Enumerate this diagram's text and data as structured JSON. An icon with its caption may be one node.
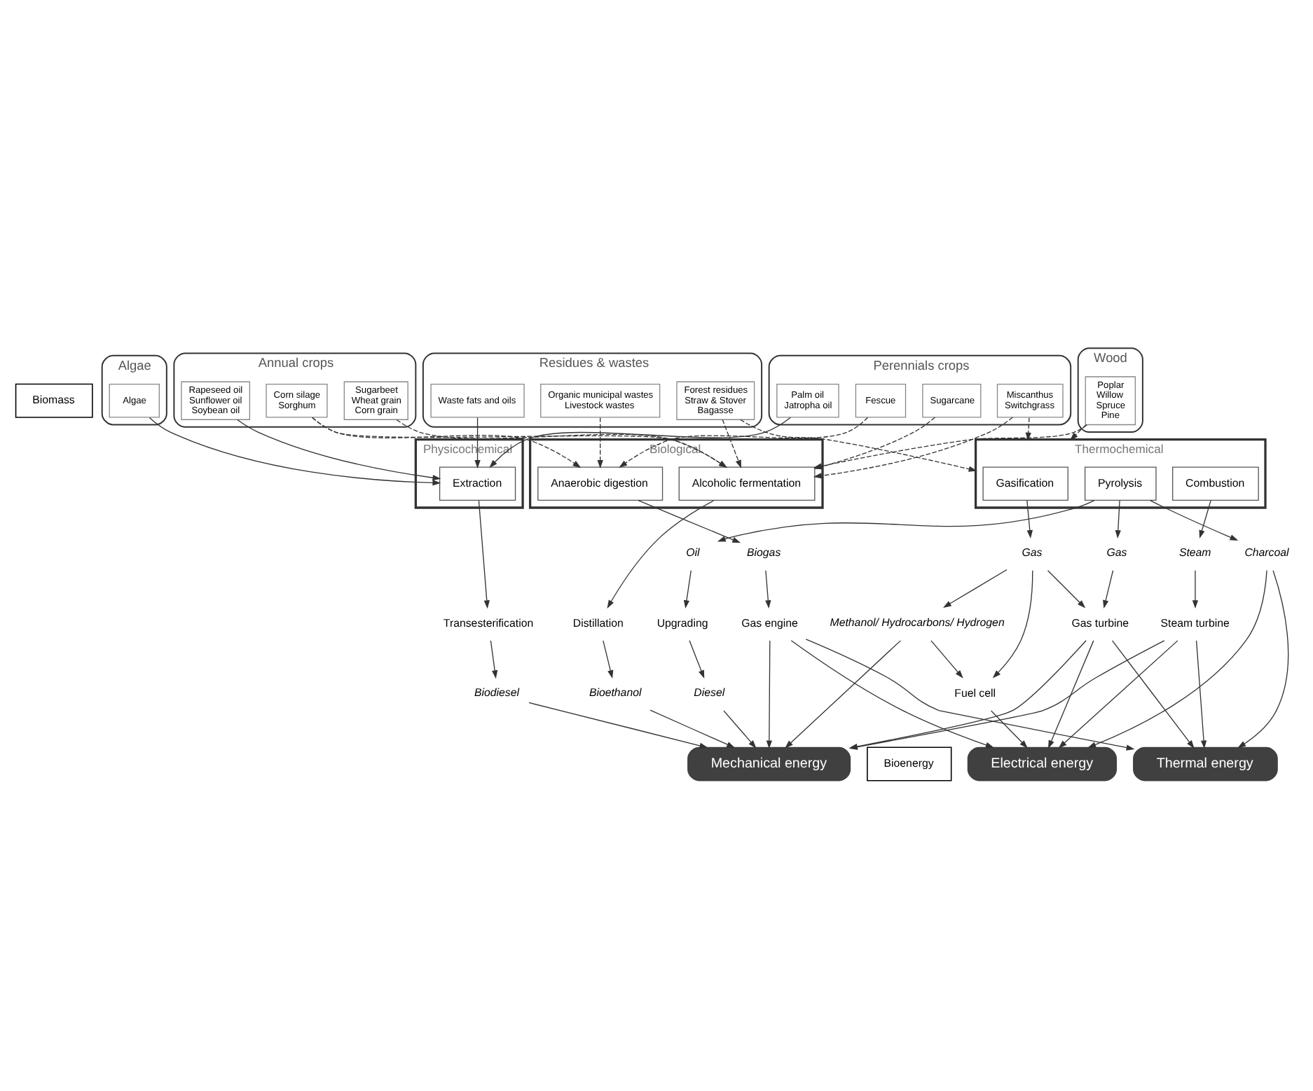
{
  "diagram": {
    "nodes": [
      {
        "text": [
          "Biomass"
        ]
      },
      {
        "text": [
          "Annual crops"
        ]
      },
      {
        "text": [
          "Sugarbeet",
          "Wheat grain",
          "Corn grain"
        ],
        "in": 1
      },
      {
        "text": [
          "Corn silage",
          "Sorghum"
        ],
        "in": 1
      },
      {
        "text": [
          "Rapeseed oil",
          "Sunflower oil",
          "Soybean oil"
        ],
        "in": 1
      },
      {
        "text": [
          "Perennials crops"
        ]
      },
      {
        "text": [
          "Miscanthus",
          "Switchgrass"
        ],
        "in": 5
      },
      {
        "text": [
          "Fescue"
        ],
        "in": 5
      },
      {
        "text": [
          "Sugarcane"
        ],
        "in": 5
      },
      {
        "text": [
          "Palm oil",
          "Jatropha oil"
        ],
        "in": 5
      },
      {
        "text": [
          "Algae"
        ]
      },
      {
        "text": [
          "Algae"
        ],
        "in": 10
      },
      {
        "text": [
          "Wood"
        ]
      },
      {
        "text": [
          "Poplar",
          "Willow",
          "Spruce",
          "Pine"
        ],
        "in": 12
      },
      {
        "text": [
          "Residues & wastes"
        ]
      },
      {
        "text": [
          "Forest residues",
          "Straw & Stover",
          "Bagasse"
        ],
        "in": 14
      },
      {
        "text": [
          "Organic municipal wastes",
          "Livestock wastes"
        ],
        "in": 14
      },
      {
        "text": [
          "Waste fats and oils"
        ],
        "in": 14
      },
      {
        "text": [
          "Physicochemical"
        ]
      },
      {
        "text": [
          "Extraction"
        ],
        "in": 18
      },
      {
        "text": [
          "Biological"
        ]
      },
      {
        "text": [
          "Alcoholic fermentation"
        ],
        "in": 20
      },
      {
        "text": [
          "Anaerobic digestion"
        ],
        "in": 20
      },
      {
        "text": [
          "Thermochemical"
        ]
      },
      {
        "text": [
          "Combustion"
        ],
        "in": 23
      },
      {
        "text": [
          "Gasification"
        ],
        "in": 23
      },
      {
        "text": [
          "Pyrolysis"
        ],
        "in": 23
      },
      {
        "text": [
          "Biogas"
        ]
      },
      {
        "text": [
          "Steam"
        ]
      },
      {
        "text": [
          "Gas"
        ]
      },
      {
        "text": [
          "Gas"
        ]
      },
      {
        "text": [
          "Oil"
        ]
      },
      {
        "text": [
          "Charcoal"
        ]
      },
      {
        "text": [
          "Transesterification"
        ]
      },
      {
        "text": [
          "Distillation"
        ]
      },
      {
        "text": [
          "Gas engine"
        ]
      },
      {
        "text": [
          "Steam turbine"
        ]
      },
      {
        "text": [
          "Gas turbine"
        ]
      },
      {
        "text": [
          "Methanol/ Hydrocarbons/ Hydrogen"
        ]
      },
      {
        "text": [
          "Upgrading"
        ]
      },
      {
        "text": [
          "Biodiesel"
        ]
      },
      {
        "text": [
          "Bioethanol"
        ]
      },
      {
        "text": [
          "Fuel cell"
        ]
      },
      {
        "text": [
          "Diesel"
        ]
      },
      {
        "text": [
          "Bioenergy"
        ]
      },
      {
        "text": [
          "Mechanical energy"
        ]
      },
      {
        "text": [
          "Electrical energy"
        ]
      },
      {
        "text": [
          "Thermal energy"
        ]
      }
    ],
    "edges": [
      {
        "from": 2,
        "to": 21,
        "arrow": "to",
        "style": "dashed"
      },
      {
        "from": 3,
        "to": 21,
        "arrow": "to",
        "style": "dashed"
      },
      {
        "from": 3,
        "to": 22,
        "arrow": "to",
        "style": "dashed"
      },
      {
        "from": 4,
        "to": 19,
        "arrow": "to"
      },
      {
        "from": 6,
        "to": 21,
        "arrow": "to",
        "style": "dashed"
      },
      {
        "from": 6,
        "to": 23,
        "arrow": "to",
        "style": "dashed"
      },
      {
        "from": 7,
        "to": 22,
        "arrow": "to",
        "style": "dashed"
      },
      {
        "from": 8,
        "to": 21,
        "arrow": "to",
        "style": "dashed"
      },
      {
        "from": 9,
        "to": 19,
        "arrow": "to"
      },
      {
        "from": 11,
        "to": 19,
        "arrow": "to"
      },
      {
        "from": 13,
        "to": 21,
        "arrow": "to",
        "style": "dashed"
      },
      {
        "from": 13,
        "to": 23,
        "arrow": "to",
        "style": "dashed"
      },
      {
        "from": 15,
        "to": 21,
        "arrow": "to",
        "style": "dashed"
      },
      {
        "from": 15,
        "to": 23,
        "arrow": "to",
        "style": "dashed"
      },
      {
        "from": 16,
        "to": 22,
        "arrow": "to",
        "style": "dashed"
      },
      {
        "from": 17,
        "to": 19,
        "arrow": "to"
      },
      {
        "from": 19,
        "to": 33,
        "arrow": "to"
      },
      {
        "from": 33,
        "to": 40,
        "arrow": "to"
      },
      {
        "from": 21,
        "to": 34,
        "arrow": "to"
      },
      {
        "from": 34,
        "to": 41,
        "arrow": "to"
      },
      {
        "from": 22,
        "to": 27,
        "arrow": "to"
      },
      {
        "from": 27,
        "to": 35,
        "arrow": "to"
      },
      {
        "from": 24,
        "to": 28,
        "arrow": "to"
      },
      {
        "from": 28,
        "to": 36,
        "arrow": "to"
      },
      {
        "from": 25,
        "to": 29,
        "arrow": "to"
      },
      {
        "from": 29,
        "to": 37,
        "arrow": "to"
      },
      {
        "from": 29,
        "to": 38,
        "arrow": "to"
      },
      {
        "from": 29,
        "to": 42,
        "arrow": "to"
      },
      {
        "from": 26,
        "to": 30,
        "arrow": "to"
      },
      {
        "from": 26,
        "to": 31,
        "arrow": "to"
      },
      {
        "from": 26,
        "to": 32,
        "arrow": "to"
      },
      {
        "from": 30,
        "to": 37,
        "arrow": "to"
      },
      {
        "from": 31,
        "to": 39,
        "arrow": "to"
      },
      {
        "from": 39,
        "to": 43,
        "arrow": "to"
      },
      {
        "from": 38,
        "to": 42,
        "arrow": "to"
      },
      {
        "from": 40,
        "to": 45,
        "arrow": "to"
      },
      {
        "from": 41,
        "to": 45,
        "arrow": "to"
      },
      {
        "from": 35,
        "to": 45,
        "arrow": "to"
      },
      {
        "from": 36,
        "to": 45,
        "arrow": "to"
      },
      {
        "from": 37,
        "to": 45,
        "arrow": "to"
      },
      {
        "from": 38,
        "to": 45,
        "arrow": "to"
      },
      {
        "from": 43,
        "to": 45,
        "arrow": "to"
      },
      {
        "from": 35,
        "to": 46,
        "arrow": "to"
      },
      {
        "from": 36,
        "to": 46,
        "arrow": "to"
      },
      {
        "from": 37,
        "to": 46,
        "arrow": "to"
      },
      {
        "from": 42,
        "to": 46,
        "arrow": "to"
      },
      {
        "from": 32,
        "to": 46,
        "arrow": "to"
      },
      {
        "from": 35,
        "to": 47,
        "arrow": "to"
      },
      {
        "from": 36,
        "to": 47,
        "arrow": "to"
      },
      {
        "from": 37,
        "to": 47,
        "arrow": "to"
      },
      {
        "from": 32,
        "to": 47,
        "arrow": "to"
      }
    ]
  }
}
